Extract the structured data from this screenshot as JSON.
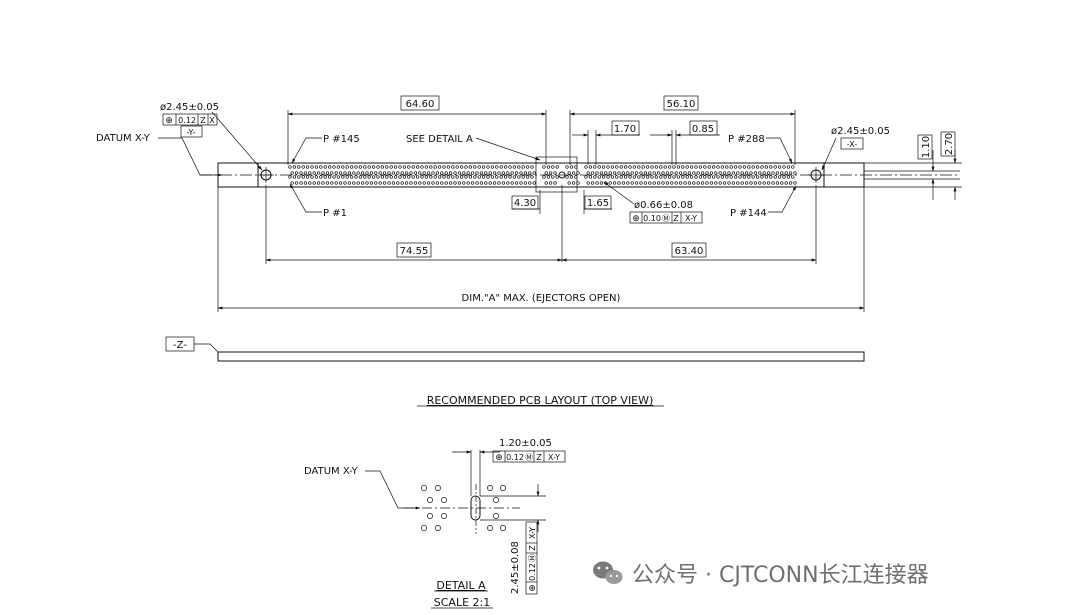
{
  "labels": {
    "datum_xy": "DATUM X-Y",
    "p145": "P #145",
    "p288": "P #288",
    "p1": "P #1",
    "p144": "P #144",
    "see_detail": "SEE DETAIL A",
    "dim_a": "DIM.\"A\" MAX. (EJECTORS OPEN)",
    "z_datum": "-Z-",
    "title": "RECOMMENDED PCB LAYOUT (TOP VIEW)",
    "detail_a": "DETAIL A",
    "scale": "SCALE 2:1"
  },
  "dims": {
    "d6460": "64.60",
    "d5610": "56.10",
    "d170": "1.70",
    "d085": "0.85",
    "d430": "4.30",
    "d165": "1.65",
    "d7455": "74.55",
    "d6340": "63.40",
    "d110": "1.10",
    "d270": "2.70"
  },
  "tolerances": {
    "left_hole": "ø2.45±0.05",
    "left_hole_tol": "0.12",
    "left_datum_z": "Z",
    "left_datum_x": "X",
    "left_datum_y": "-Y-",
    "right_hole": "ø2.45±0.05",
    "right_datum_x": "-X-",
    "pin_hole": "ø0.66±0.08",
    "pin_hole_tol": "0.10",
    "pin_datum_z": "Z",
    "pin_datum_xy": "X-Y",
    "slot_width": "1.20±0.05",
    "slot_tol": "0.12",
    "slot_datum_z": "Z",
    "slot_datum_xy": "X-Y",
    "slot_length": "2.45±0.08",
    "slot_len_tol": "0.12",
    "slot_len_z": "Z",
    "slot_len_xy": "X-Y"
  },
  "symbols": {
    "position": "⊕",
    "mmc": "Ⓜ"
  },
  "watermark": {
    "text": "公众号 · CJTCONN长江连接器",
    "icon": "wechat-icon"
  }
}
